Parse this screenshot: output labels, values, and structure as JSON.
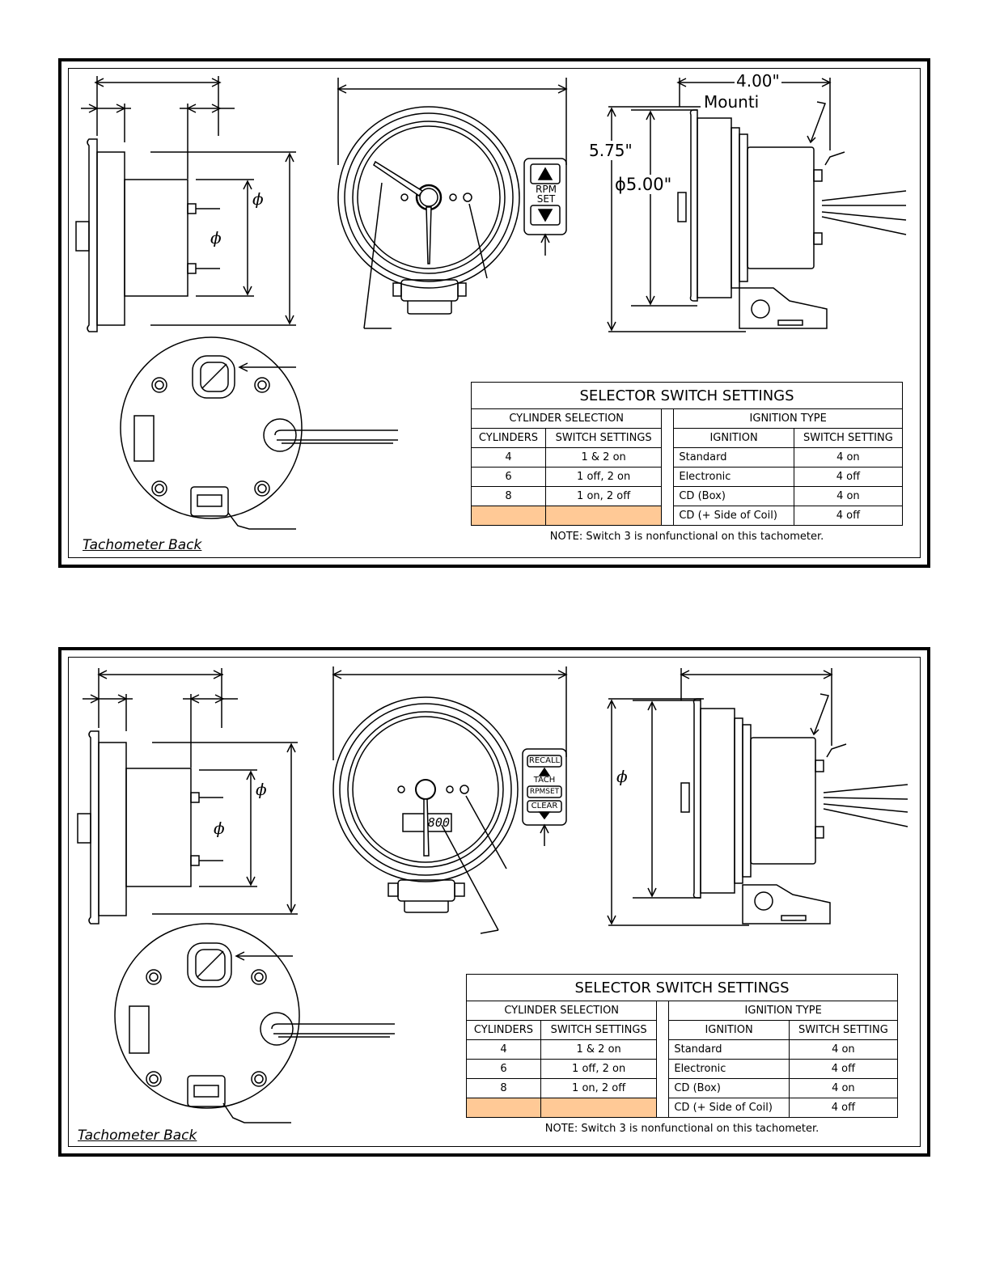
{
  "colors": {
    "line": "#000000",
    "shade": "#ffc996",
    "paper": "#ffffff"
  },
  "panel1": {
    "dims": {
      "width": "4.00\"",
      "mounting": "Mounti",
      "height": "5.75\"",
      "diameter": "ϕ5.00\""
    },
    "phi_a": "ϕ",
    "phi_b": "ϕ",
    "keypad": {
      "top": "RPM",
      "bottom": "SET"
    },
    "caption": "Tachometer Back",
    "table": {
      "title": "SELECTOR SWITCH SETTINGS",
      "left_group": "CYLINDER SELECTION",
      "right_group": "IGNITION TYPE",
      "headers": [
        "CYLINDERS",
        "SWITCH SETTINGS",
        "IGNITION",
        "SWITCH SETTING"
      ],
      "rows": [
        [
          "4",
          "1 & 2 on",
          "Standard",
          "4 on"
        ],
        [
          "6",
          "1 off, 2 on",
          "Electronic",
          "4 off"
        ],
        [
          "8",
          "1 on, 2 off",
          "CD (Box)",
          "4 on"
        ],
        [
          "",
          "",
          "CD (+ Side of Coil)",
          "4 off"
        ]
      ],
      "note": "NOTE: Switch 3 is nonfunctional on this tachometer."
    }
  },
  "panel2": {
    "phi_a": "ϕ",
    "phi_b": "ϕ",
    "phi_c": "ϕ",
    "keypad": {
      "k1": "RECALL",
      "k2": "TACH",
      "k3": "RPMSET",
      "k4": "CLEAR"
    },
    "display": "800",
    "caption": "Tachometer Back",
    "table": {
      "title": "SELECTOR SWITCH SETTINGS",
      "left_group": "CYLINDER SELECTION",
      "right_group": "IGNITION TYPE",
      "headers": [
        "CYLINDERS",
        "SWITCH SETTINGS",
        "IGNITION",
        "SWITCH SETTING"
      ],
      "rows": [
        [
          "4",
          "1 & 2 on",
          "Standard",
          "4 on"
        ],
        [
          "6",
          "1 off, 2 on",
          "Electronic",
          "4 off"
        ],
        [
          "8",
          "1 on, 2 off",
          "CD (Box)",
          "4 on"
        ],
        [
          "",
          "",
          "CD (+ Side of Coil)",
          "4 off"
        ]
      ],
      "note": "NOTE: Switch 3 is nonfunctional on this tachometer."
    }
  }
}
